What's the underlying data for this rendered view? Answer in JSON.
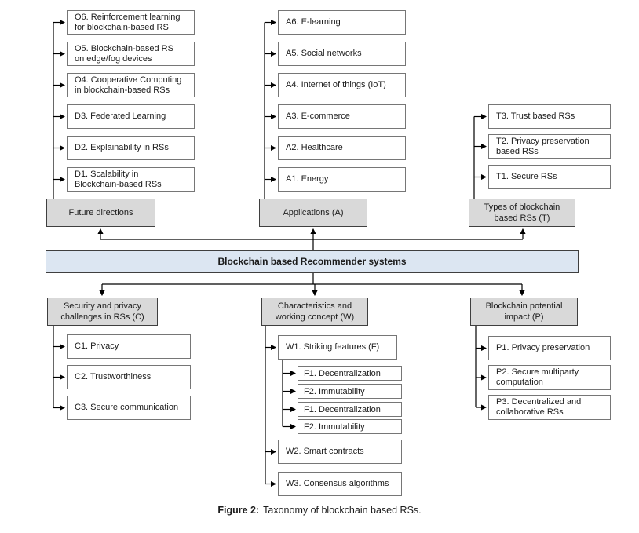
{
  "root_label": "Blockchain based Recommender systems",
  "caption": {
    "prefix": "Figure 2:",
    "text": "Taxonomy of blockchain based RSs."
  },
  "colors": {
    "root_fill": "#dce6f2",
    "group_header_fill": "#d9d9d9",
    "item_fill": "#ffffff",
    "item_border": "#767676",
    "group_border": "#3f3f3f",
    "connector_line": "#000000"
  },
  "groups": {
    "future_directions": {
      "label": "Future directions",
      "items": [
        "O6. Reinforcement learning\nfor blockchain-based RS",
        "O5. Blockchain-based RS\non edge/fog devices",
        "O4. Cooperative Computing\nin blockchain-based RSs",
        "D3. Federated Learning",
        "D2. Explainability in RSs",
        "D1. Scalability in\nBlockchain-based RSs"
      ]
    },
    "applications": {
      "label": "Applications (A)",
      "items": [
        "A6. E-learning",
        "A5. Social networks",
        "A4. Internet of things (IoT)",
        "A3. E-commerce",
        "A2. Healthcare",
        "A1. Energy"
      ]
    },
    "types": {
      "label": "Types of blockchain\nbased RSs (T)",
      "items": [
        "T3. Trust based RSs",
        "T2. Privacy preservation\nbased RSs",
        "T1. Secure RSs"
      ]
    },
    "security_challenges": {
      "label": "Security and privacy\nchallenges in RSs (C)",
      "items": [
        "C1. Privacy",
        "C2. Trustworthiness",
        "C3. Secure communication"
      ]
    },
    "characteristics": {
      "label": "Characteristics and\nworking concept (W)",
      "items": [
        "W1. Striking features (F)",
        "W2. Smart contracts",
        "W3. Consensus algorithms"
      ],
      "features": [
        "F1. Decentralization",
        "F2. Immutability",
        "F1. Decentralization",
        "F2. Immutability"
      ]
    },
    "potential_impact": {
      "label": "Blockchain potential\nimpact (P)",
      "items": [
        "P1. Privacy preservation",
        "P2. Secure multiparty\ncomputation",
        "P3. Decentralized and\ncollaborative RSs"
      ]
    }
  }
}
